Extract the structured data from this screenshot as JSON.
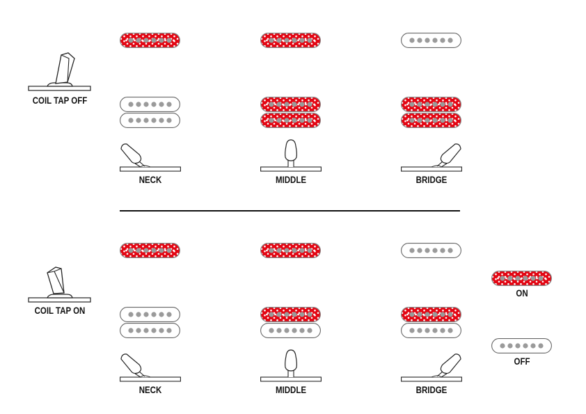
{
  "colors": {
    "active_fill": "#e30613",
    "pole": "#9a9a9a",
    "outline": "#555555",
    "text": "#111111"
  },
  "sections": [
    {
      "name": "coil-tap-off",
      "toggle_label": "COIL TAP OFF",
      "positions": [
        {
          "label": "NECK",
          "neck_pickup": "on",
          "bridge_pickup_coils": [
            "off",
            "off"
          ]
        },
        {
          "label": "MIDDLE",
          "neck_pickup": "on",
          "bridge_pickup_coils": [
            "on",
            "on"
          ]
        },
        {
          "label": "BRIDGE",
          "neck_pickup": "off",
          "bridge_pickup_coils": [
            "on",
            "on"
          ]
        }
      ]
    },
    {
      "name": "coil-tap-on",
      "toggle_label": "COIL TAP ON",
      "positions": [
        {
          "label": "NECK",
          "neck_pickup": "on",
          "bridge_pickup_coils": [
            "off",
            "off"
          ]
        },
        {
          "label": "MIDDLE",
          "neck_pickup": "on",
          "bridge_pickup_coils": [
            "on",
            "off"
          ]
        },
        {
          "label": "BRIDGE",
          "neck_pickup": "off",
          "bridge_pickup_coils": [
            "on",
            "off"
          ]
        }
      ]
    }
  ],
  "legend": {
    "on_label": "ON",
    "off_label": "OFF"
  }
}
